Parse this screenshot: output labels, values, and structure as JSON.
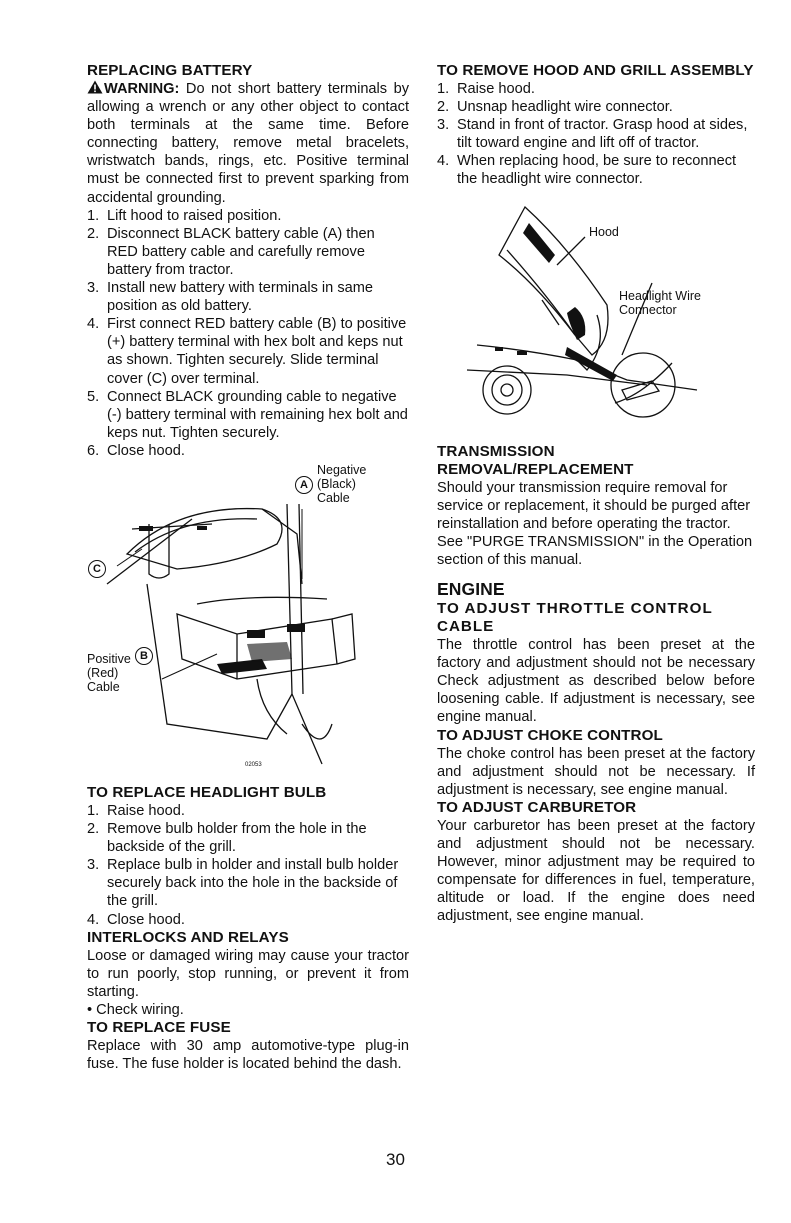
{
  "left": {
    "battery": {
      "heading": "REPLACING BATTERY",
      "warning_label": "WARNING:",
      "warning_text": "Do not short battery terminals by allowing a wrench or any other object to contact both terminals at the same time. Before connecting battery, remove metal bracelets, wristwatch bands, rings, etc. Positive terminal must be connected first to prevent sparking from accidental grounding.",
      "steps": [
        {
          "num": "1.",
          "text": "Lift hood to raised position."
        },
        {
          "num": "2.",
          "text": "Disconnect BLACK battery cable (A) then RED battery cable and carefully remove battery from tractor."
        },
        {
          "num": "3.",
          "text": "Install new battery with terminals in same position as old battery."
        },
        {
          "num": "4.",
          "text": "First connect RED battery cable (B) to positive (+) battery terminal with hex bolt and keps nut as shown. Tighten securely. Slide terminal cover (C) over terminal."
        },
        {
          "num": "5.",
          "text": "Connect BLACK grounding cable to negative (-) battery terminal with remaining hex bolt and keps nut. Tighten securely."
        },
        {
          "num": "6.",
          "text": "Close hood."
        }
      ],
      "figure": {
        "callout_a": "A",
        "label_a": "Negative\n(Black)\nCable",
        "callout_b": "B",
        "label_b": "Positive\n(Red)\nCable",
        "callout_c": "C",
        "part_code": "02053"
      }
    },
    "headlight": {
      "heading": "TO REPLACE HEADLIGHT BULB",
      "steps": [
        {
          "num": "1.",
          "text": "Raise hood."
        },
        {
          "num": "2.",
          "text": "Remove bulb holder from the hole in the backside of the grill."
        },
        {
          "num": "3.",
          "text": "Replace bulb in holder and install bulb holder securely back into the hole in the backside of the grill."
        },
        {
          "num": "4.",
          "text": "Close hood."
        }
      ]
    },
    "interlocks": {
      "heading": "INTERLOCKS AND RELAYS",
      "text": "Loose or damaged wiring may cause your tractor to run poorly, stop running, or prevent it from starting.",
      "bullet": "• Check wiring."
    },
    "fuse": {
      "heading": "TO REPLACE FUSE",
      "text": "Replace with 30 amp automotive-type plug-in fuse. The fuse holder is located behind the dash."
    }
  },
  "right": {
    "hood": {
      "heading": "TO REMOVE HOOD AND GRILL ASSEMBLY",
      "steps": [
        {
          "num": "1.",
          "text": "Raise hood."
        },
        {
          "num": "2.",
          "text": "Unsnap headlight wire connector."
        },
        {
          "num": "3.",
          "text": "Stand in front of tractor. Grasp hood at sides, tilt toward engine and lift off of tractor."
        },
        {
          "num": "4.",
          "text": "When replacing hood, be sure to reconnect the headlight wire connector."
        }
      ],
      "figure": {
        "label_hood": "Hood",
        "label_wire": "Headlight Wire\nConnector"
      }
    },
    "transmission": {
      "heading": "TRANSMISSION REMOVAL/REPLACEMENT",
      "text": "Should your transmission require removal for service or replacement, it should be purged after reinstallation and before operating the tractor. See \"PURGE TRANSMISSION\" in the Operation section of this manual."
    },
    "engine": {
      "heading": "ENGINE",
      "throttle_heading": "TO ADJUST THROTTLE CONTROL CABLE",
      "throttle_text": "The throttle control has been preset at the factory and adjustment should not be necessary Check adjustment as described below before loosening cable. If adjustment is necessary, see engine manual.",
      "choke_heading": "TO ADJUST CHOKE CONTROL",
      "choke_text": "The choke control has been preset at the factory and adjustment should not be necessary. If adjustment is necessary, see engine manual.",
      "carb_heading": "TO ADJUST CARBURETOR",
      "carb_text": "Your carburetor has been preset at the factory and adjustment should not be necessary. However, minor adjustment may be required to compensate for differences in fuel, temperature, altitude or load. If the engine does need adjustment, see engine manual."
    }
  },
  "page_number": "30"
}
